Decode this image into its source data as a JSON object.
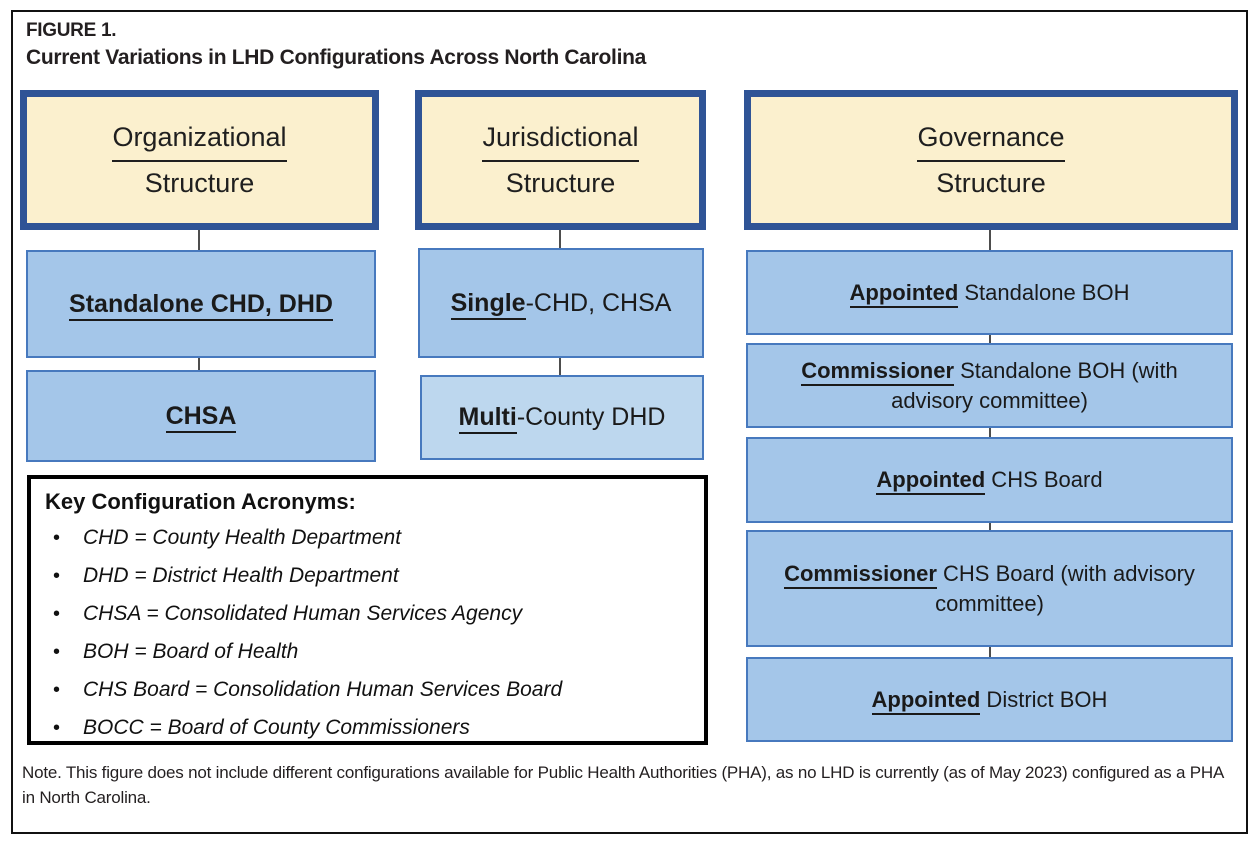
{
  "figure": {
    "label": "FIGURE 1.",
    "title": "Current Variations in LHD Configurations Across North Carolina",
    "note": "Note. This figure does not include different configurations available for Public Health Authorities (PHA), as no LHD is currently (as of May 2023) configured as a PHA in North Carolina."
  },
  "columns": [
    {
      "id": "organizational-structure",
      "header": {
        "underlined": "Organizational",
        "rest": "Structure"
      },
      "boxes": [
        {
          "lead": "Standalone CHD, DHD",
          "rest": ""
        },
        {
          "lead": "CHSA",
          "rest": ""
        }
      ]
    },
    {
      "id": "jurisdictional-structure",
      "header": {
        "underlined": "Jurisdictional",
        "rest": "Structure"
      },
      "boxes": [
        {
          "lead": "Single",
          "rest": "-CHD, CHSA"
        },
        {
          "lead": "Multi",
          "rest": "-County DHD"
        }
      ]
    },
    {
      "id": "governance-structure",
      "header": {
        "underlined": "Governance",
        "rest": "Structure"
      },
      "boxes": [
        {
          "lead": "Appointed",
          "rest": " Standalone BOH"
        },
        {
          "lead": "Commissioner",
          "rest": " Standalone BOH (with advisory committee)"
        },
        {
          "lead": "Appointed",
          "rest": " CHS Board"
        },
        {
          "lead": "Commissioner",
          "rest": " CHS Board (with advisory committee)"
        },
        {
          "lead": "Appointed",
          "rest": " District BOH"
        }
      ]
    }
  ],
  "key": {
    "title": "Key Configuration Acronyms:",
    "items": [
      "CHD = County Health Department",
      "DHD = District Health Department",
      "CHSA = Consolidated Human Services Agency",
      "BOH = Board of Health",
      "CHS Board = Consolidation Human Services Board",
      "BOCC = Board of County Commissioners"
    ]
  },
  "colors": {
    "header_fill": "#FBF0CE",
    "header_border": "#2F5496",
    "box_fill": "#A4C6E9",
    "box_fill_light": "#BDD7EE",
    "box_border": "#4779BE",
    "connector": "#4D4D4D",
    "outer_border": "#111111"
  }
}
